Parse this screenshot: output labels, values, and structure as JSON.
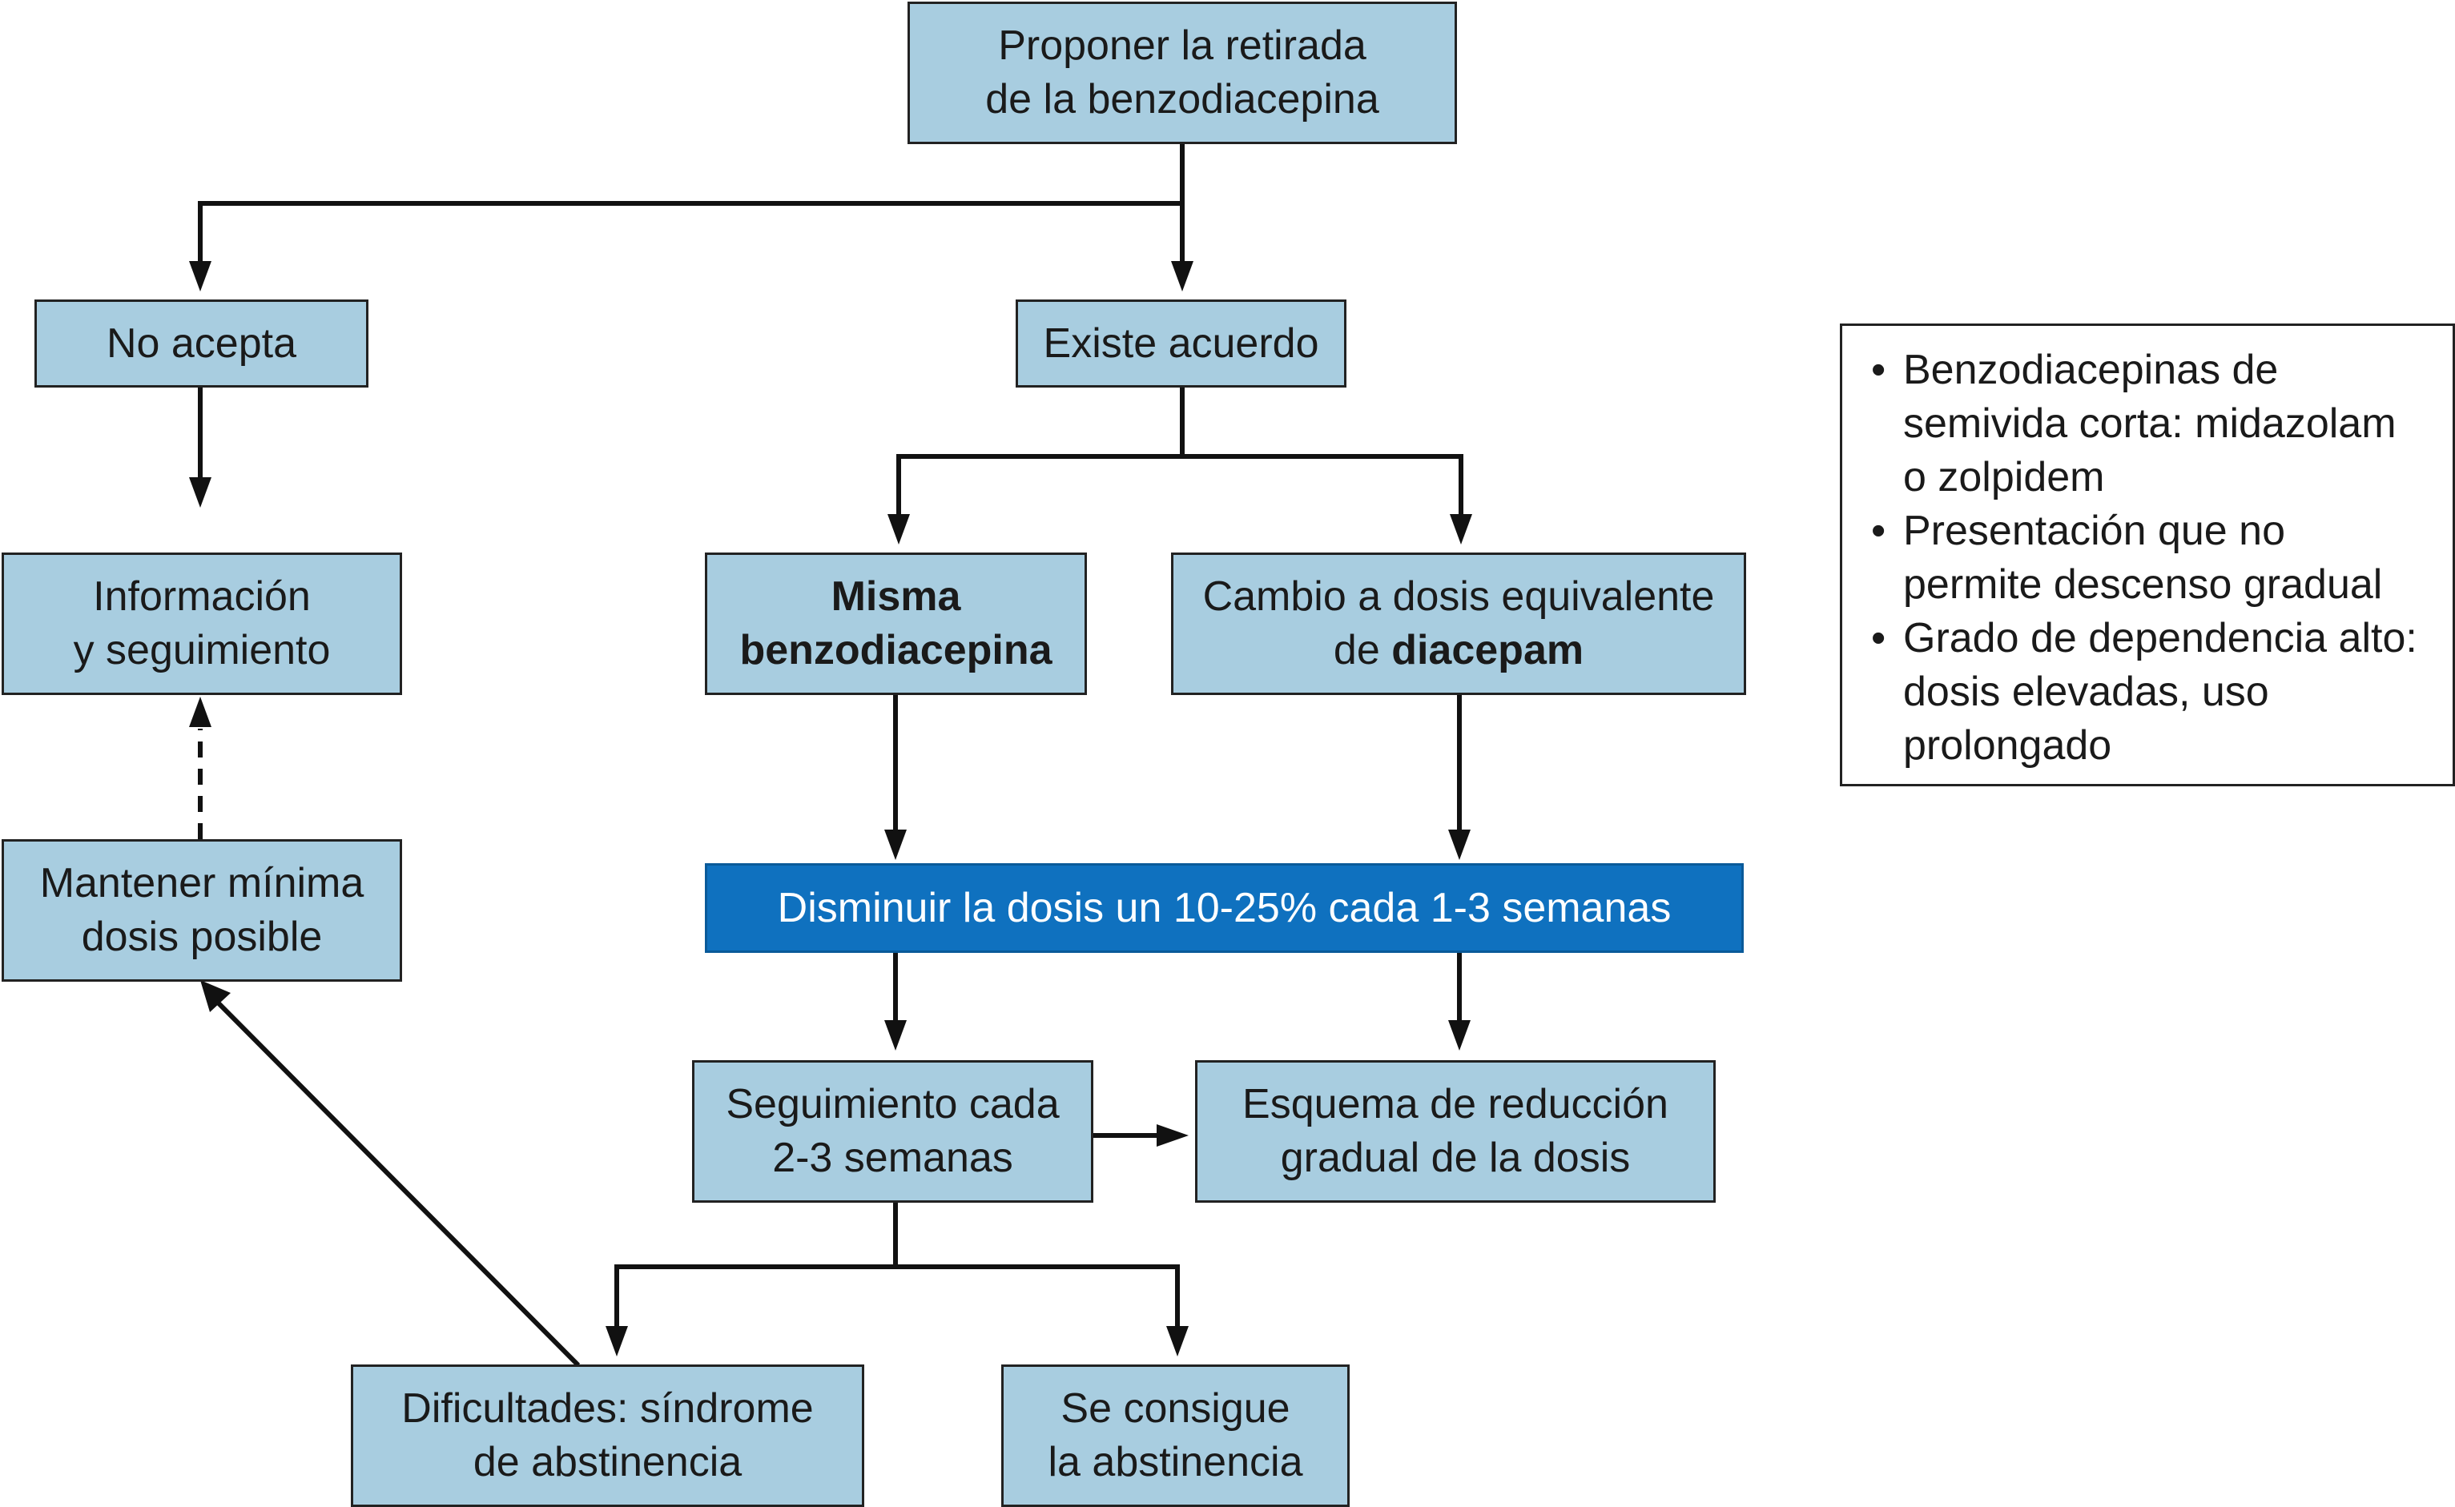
{
  "diagram": {
    "nodes": {
      "proponer": {
        "lines": [
          "Proponer la retirada",
          "de la benzodiacepina"
        ]
      },
      "no_acepta": {
        "lines": [
          "No acepta"
        ]
      },
      "existe_acuerdo": {
        "lines": [
          "Existe acuerdo"
        ]
      },
      "informacion": {
        "lines": [
          "Información",
          "y seguimiento"
        ]
      },
      "misma": {
        "lines": [
          "Misma",
          "benzodiacepina"
        ]
      },
      "cambio": {
        "line1": "Cambio a dosis equivalente",
        "line2_prefix": "de ",
        "line2_bold": "diacepam"
      },
      "mantener": {
        "lines": [
          "Mantener mínima",
          "dosis posible"
        ]
      },
      "disminuir": {
        "lines": [
          "Disminuir la dosis un 10-25% cada 1-3 semanas"
        ]
      },
      "seguimiento": {
        "lines": [
          "Seguimiento cada",
          "2-3 semanas"
        ]
      },
      "esquema": {
        "lines": [
          "Esquema de reducción",
          "gradual de la dosis"
        ]
      },
      "dificultades": {
        "lines": [
          "Dificultades: síndrome",
          "de abstinencia"
        ]
      },
      "consigue": {
        "lines": [
          "Se consigue",
          "la abstinencia"
        ]
      }
    },
    "notes": [
      [
        "Benzodiacepinas de",
        "semivida corta: midazolam",
        "o zolpidem"
      ],
      [
        "Presentación que no",
        "permite descenso gradual"
      ],
      [
        "Grado de dependencia alto:",
        "dosis elevadas, uso",
        "prolongado"
      ]
    ],
    "colors": {
      "box_fill": "#a8cde0",
      "highlight_fill": "#0f71bf",
      "border": "#222222",
      "arrow": "#111111"
    }
  }
}
